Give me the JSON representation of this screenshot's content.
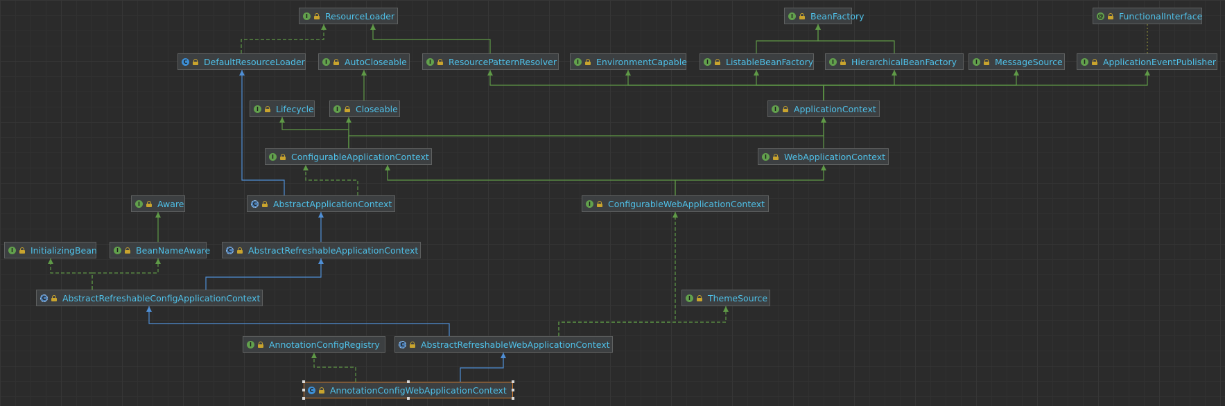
{
  "diagram": {
    "nodes": [
      {
        "id": "ResourceLoader",
        "label": "ResourceLoader",
        "kind": "interface"
      },
      {
        "id": "BeanFactory",
        "label": "BeanFactory",
        "kind": "interface"
      },
      {
        "id": "FunctionalInterface",
        "label": "FunctionalInterface",
        "kind": "annotation"
      },
      {
        "id": "DefaultResourceLoader",
        "label": "DefaultResourceLoader",
        "kind": "class"
      },
      {
        "id": "AutoCloseable",
        "label": "AutoCloseable",
        "kind": "interface"
      },
      {
        "id": "ResourcePatternResolver",
        "label": "ResourcePatternResolver",
        "kind": "interface"
      },
      {
        "id": "EnvironmentCapable",
        "label": "EnvironmentCapable",
        "kind": "interface"
      },
      {
        "id": "ListableBeanFactory",
        "label": "ListableBeanFactory",
        "kind": "interface"
      },
      {
        "id": "HierarchicalBeanFactory",
        "label": "HierarchicalBeanFactory",
        "kind": "interface"
      },
      {
        "id": "MessageSource",
        "label": "MessageSource",
        "kind": "interface"
      },
      {
        "id": "ApplicationEventPublisher",
        "label": "ApplicationEventPublisher",
        "kind": "interface"
      },
      {
        "id": "Lifecycle",
        "label": "Lifecycle",
        "kind": "interface"
      },
      {
        "id": "Closeable",
        "label": "Closeable",
        "kind": "interface"
      },
      {
        "id": "ApplicationContext",
        "label": "ApplicationContext",
        "kind": "interface"
      },
      {
        "id": "ConfigurableApplicationContext",
        "label": "ConfigurableApplicationContext",
        "kind": "interface"
      },
      {
        "id": "WebApplicationContext",
        "label": "WebApplicationContext",
        "kind": "interface"
      },
      {
        "id": "Aware",
        "label": "Aware",
        "kind": "interface"
      },
      {
        "id": "AbstractApplicationContext",
        "label": "AbstractApplicationContext",
        "kind": "abstract"
      },
      {
        "id": "ConfigurableWebApplicationContext",
        "label": "ConfigurableWebApplicationContext",
        "kind": "interface"
      },
      {
        "id": "InitializingBean",
        "label": "InitializingBean",
        "kind": "interface"
      },
      {
        "id": "BeanNameAware",
        "label": "BeanNameAware",
        "kind": "interface"
      },
      {
        "id": "AbstractRefreshableApplicationContext",
        "label": "AbstractRefreshableApplicationContext",
        "kind": "abstract"
      },
      {
        "id": "AbstractRefreshableConfigApplicationContext",
        "label": "AbstractRefreshableConfigApplicationContext",
        "kind": "abstract"
      },
      {
        "id": "ThemeSource",
        "label": "ThemeSource",
        "kind": "interface"
      },
      {
        "id": "AnnotationConfigRegistry",
        "label": "AnnotationConfigRegistry",
        "kind": "interface"
      },
      {
        "id": "AbstractRefreshableWebApplicationContext",
        "label": "AbstractRefreshableWebApplicationContext",
        "kind": "abstract"
      },
      {
        "id": "AnnotationConfigWebApplicationContext",
        "label": "AnnotationConfigWebApplicationContext",
        "kind": "class",
        "selected": true
      }
    ],
    "edges": [
      {
        "from": "DefaultResourceLoader",
        "to": "ResourceLoader",
        "type": "implements"
      },
      {
        "from": "ResourcePatternResolver",
        "to": "ResourceLoader",
        "type": "extends"
      },
      {
        "from": "ListableBeanFactory",
        "to": "BeanFactory",
        "type": "extends"
      },
      {
        "from": "HierarchicalBeanFactory",
        "to": "BeanFactory",
        "type": "extends"
      },
      {
        "from": "ApplicationEventPublisher",
        "to": "FunctionalInterface",
        "type": "annotated"
      },
      {
        "from": "Closeable",
        "to": "AutoCloseable",
        "type": "extends"
      },
      {
        "from": "ApplicationContext",
        "to": "ResourcePatternResolver",
        "type": "extends"
      },
      {
        "from": "ApplicationContext",
        "to": "EnvironmentCapable",
        "type": "extends"
      },
      {
        "from": "ApplicationContext",
        "to": "ListableBeanFactory",
        "type": "extends"
      },
      {
        "from": "ApplicationContext",
        "to": "HierarchicalBeanFactory",
        "type": "extends"
      },
      {
        "from": "ApplicationContext",
        "to": "MessageSource",
        "type": "extends"
      },
      {
        "from": "ApplicationContext",
        "to": "ApplicationEventPublisher",
        "type": "extends"
      },
      {
        "from": "ConfigurableApplicationContext",
        "to": "Lifecycle",
        "type": "extends"
      },
      {
        "from": "ConfigurableApplicationContext",
        "to": "Closeable",
        "type": "extends"
      },
      {
        "from": "ConfigurableApplicationContext",
        "to": "ApplicationContext",
        "type": "extends"
      },
      {
        "from": "WebApplicationContext",
        "to": "ApplicationContext",
        "type": "extends"
      },
      {
        "from": "AbstractApplicationContext",
        "to": "DefaultResourceLoader",
        "type": "class-extends"
      },
      {
        "from": "AbstractApplicationContext",
        "to": "ConfigurableApplicationContext",
        "type": "implements"
      },
      {
        "from": "ConfigurableWebApplicationContext",
        "to": "ConfigurableApplicationContext",
        "type": "extends"
      },
      {
        "from": "ConfigurableWebApplicationContext",
        "to": "WebApplicationContext",
        "type": "extends"
      },
      {
        "from": "BeanNameAware",
        "to": "Aware",
        "type": "extends"
      },
      {
        "from": "AbstractRefreshableApplicationContext",
        "to": "AbstractApplicationContext",
        "type": "class-extends"
      },
      {
        "from": "AbstractRefreshableConfigApplicationContext",
        "to": "InitializingBean",
        "type": "implements"
      },
      {
        "from": "AbstractRefreshableConfigApplicationContext",
        "to": "BeanNameAware",
        "type": "implements"
      },
      {
        "from": "AbstractRefreshableConfigApplicationContext",
        "to": "AbstractRefreshableApplicationContext",
        "type": "class-extends"
      },
      {
        "from": "AbstractRefreshableWebApplicationContext",
        "to": "AbstractRefreshableConfigApplicationContext",
        "type": "class-extends"
      },
      {
        "from": "AbstractRefreshableWebApplicationContext",
        "to": "ConfigurableWebApplicationContext",
        "type": "implements"
      },
      {
        "from": "AbstractRefreshableWebApplicationContext",
        "to": "ThemeSource",
        "type": "implements"
      },
      {
        "from": "AnnotationConfigWebApplicationContext",
        "to": "AnnotationConfigRegistry",
        "type": "implements"
      },
      {
        "from": "AnnotationConfigWebApplicationContext",
        "to": "AbstractRefreshableWebApplicationContext",
        "type": "class-extends"
      }
    ]
  },
  "colors": {
    "interface_edge": "#5f9a47",
    "class_edge": "#4f8fd6",
    "annotation_edge": "#8a8a3a",
    "node_text": "#4fc1e9",
    "selection": "#d47a2c"
  }
}
